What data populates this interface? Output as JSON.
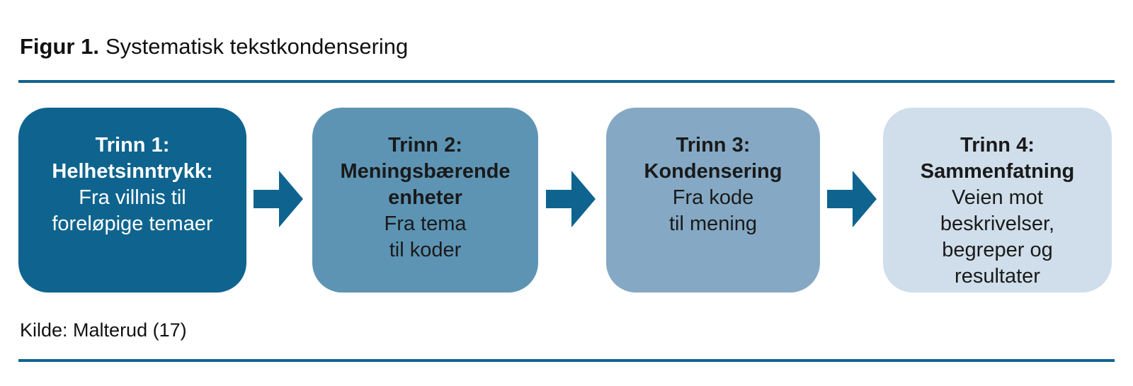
{
  "figure": {
    "label": "Figur 1.",
    "title": "Systematisk tekstkondensering",
    "source": "Kilde: Malterud (17)"
  },
  "diagram": {
    "steps": [
      {
        "title_lines": [
          "Trinn 1:",
          "Helhetsinntrykk:"
        ],
        "body_lines": [
          "Fra villnis til",
          "foreløpige temaer"
        ]
      },
      {
        "title_lines": [
          "Trinn 2:",
          "Meningsbærende",
          "enheter"
        ],
        "body_lines": [
          "Fra tema",
          "til koder"
        ]
      },
      {
        "title_lines": [
          "Trinn 3:",
          "Kondensering"
        ],
        "body_lines": [
          "Fra kode",
          "til mening"
        ]
      },
      {
        "title_lines": [
          "Trinn 4:",
          "Sammenfatning"
        ],
        "body_lines": [
          "Veien mot",
          "beskrivelser,",
          "begreper og",
          "resultater"
        ]
      }
    ]
  },
  "icons": {
    "step_connector": "right-arrow"
  },
  "colors": {
    "step1_bg": "#0e648e",
    "step2_bg": "#5d94b4",
    "step3_bg": "#85a9c4",
    "step4_bg": "#cfdeea",
    "arrow": "#0e648e",
    "rule": "#10648f",
    "step1_text": "#ffffff",
    "dark_text": "#1a1a1a"
  }
}
